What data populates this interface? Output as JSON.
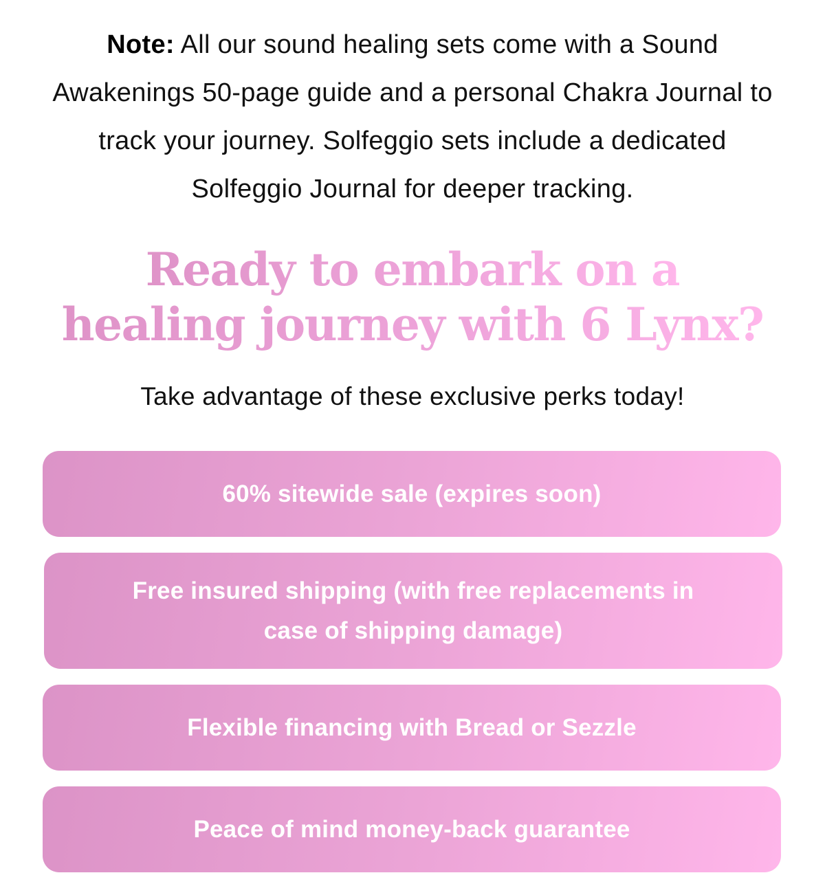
{
  "note": {
    "label": "Note:",
    "text": " All our sound healing sets come with a Sound Awakenings 50-page guide and a personal Chakra Journal to track your journey. Solfeggio sets include a dedicated Solfeggio Journal for deeper tracking."
  },
  "headline": {
    "line1": "Ready to embark on a",
    "line2": "healing journey with 6 Lynx?",
    "gradient_start": "#df93c8",
    "gradient_end": "#ffb6eb"
  },
  "subhead": "Take advantage of these exclusive perks today!",
  "perks": [
    {
      "label": "60% sitewide sale (expires soon)"
    },
    {
      "label": "Free insured shipping (with free replacements in case of shipping damage)"
    },
    {
      "label": "Flexible financing with Bread or Sezzle"
    },
    {
      "label": "Peace of mind money-back guarantee"
    }
  ],
  "colors": {
    "perk_gradient_start": "#dc93c7",
    "perk_gradient_end": "#ffb6ea",
    "perk_text": "#ffffff",
    "body_text": "#111111"
  }
}
